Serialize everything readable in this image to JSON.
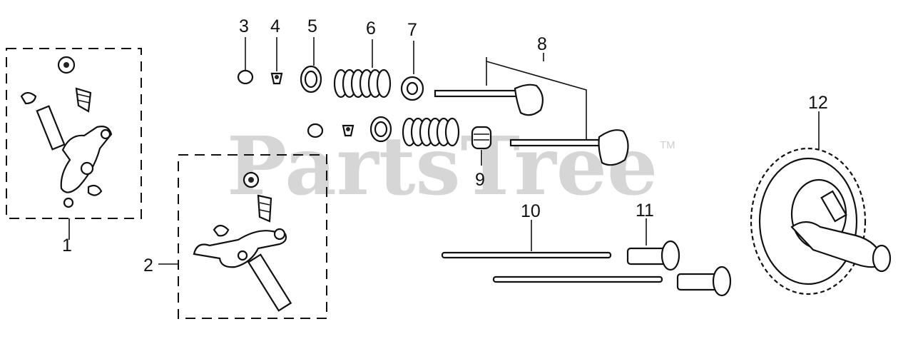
{
  "watermark": {
    "text": "PartsTree",
    "trademark": "TM"
  },
  "callouts": [
    {
      "id": "1",
      "label": "1"
    },
    {
      "id": "2",
      "label": "2"
    },
    {
      "id": "3",
      "label": "3"
    },
    {
      "id": "4",
      "label": "4"
    },
    {
      "id": "5",
      "label": "5"
    },
    {
      "id": "6",
      "label": "6"
    },
    {
      "id": "7",
      "label": "7"
    },
    {
      "id": "8",
      "label": "8"
    },
    {
      "id": "9",
      "label": "9"
    },
    {
      "id": "10",
      "label": "10"
    },
    {
      "id": "11",
      "label": "11"
    },
    {
      "id": "12",
      "label": "12"
    }
  ]
}
